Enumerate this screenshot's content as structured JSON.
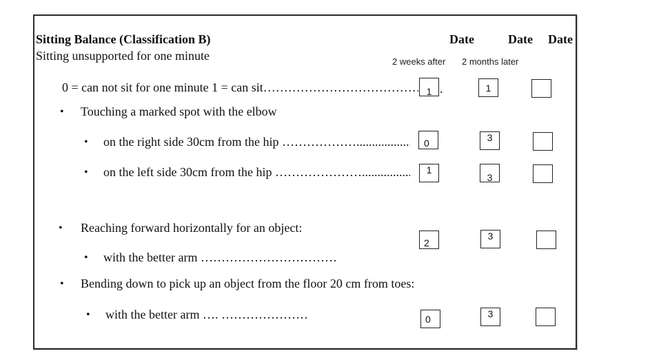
{
  "form": {
    "title": "Sitting Balance (Classification B)",
    "subtitle": "Sitting unsupported for one minute",
    "bullet": "•",
    "date_headers": [
      "Date",
      "Date",
      "Date"
    ],
    "timepoints": [
      "2 weeks after",
      "2 months later"
    ],
    "item_sit": {
      "text": "0 = can not sit for one minute 1 = can sit",
      "leader": "……………………………………………………",
      "tail": ".",
      "scores": [
        "1",
        "1",
        ""
      ]
    },
    "section_touch": {
      "label": "Touching a marked spot with the elbow"
    },
    "item_right": {
      "text": "on the right side 30cm from the hip ",
      "leader": "………………....................................",
      "scores": [
        "0",
        "3",
        ""
      ]
    },
    "item_left": {
      "text": "on the left side 30cm from the hip ",
      "leader": "…………………....................................",
      "scores": [
        "1",
        "3",
        ""
      ]
    },
    "section_reach": {
      "label": "Reaching forward horizontally for an object:"
    },
    "item_reach": {
      "text": "with the better arm ",
      "leader": "……………………………",
      "scores": [
        "2",
        "3",
        ""
      ]
    },
    "section_bend": {
      "label": "Bending down to pick up an object from the floor 20 cm from toes:"
    },
    "item_bend": {
      "text": "with the better arm …. ",
      "leader": "…………………",
      "scores": [
        "0",
        "3",
        ""
      ]
    }
  }
}
